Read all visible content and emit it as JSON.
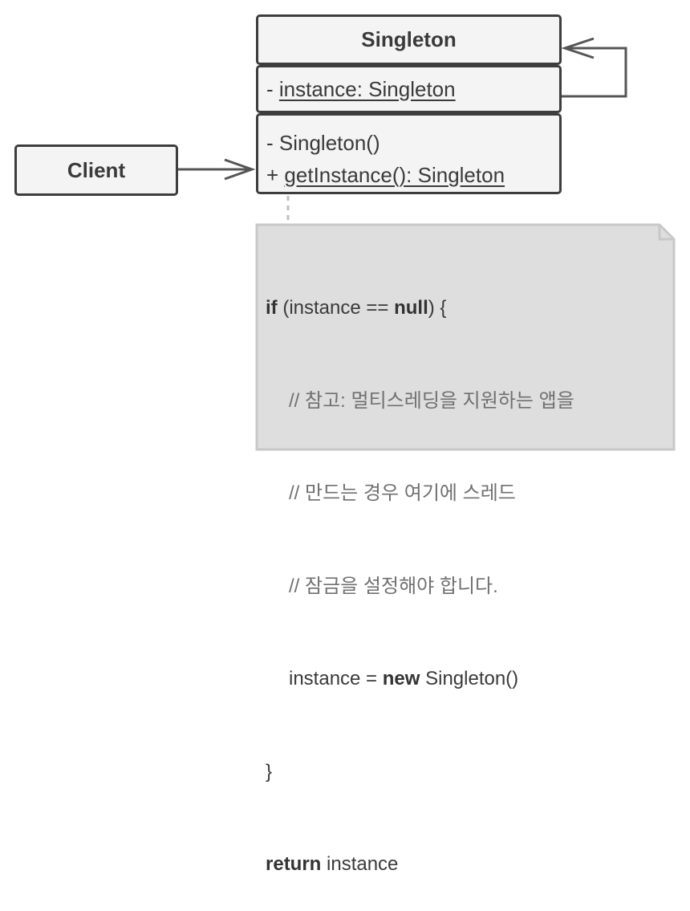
{
  "singleton": {
    "name": "Singleton",
    "field_prefix": "- ",
    "field": "instance: Singleton",
    "ctor": "- Singleton()",
    "method_prefix": "+ ",
    "method": "getInstance(): Singleton"
  },
  "client": {
    "name": "Client"
  },
  "note": {
    "kw_if": "if",
    "line1_a": " (instance == ",
    "kw_null": "null",
    "line1_b": ") {",
    "comment1": "// 참고: 멀티스레딩을 지원하는 앱을",
    "comment2": "// 만드는 경우 여기에 스레드",
    "comment3": "// 잠금을 설정해야 합니다.",
    "assign_a": "instance = ",
    "kw_new": "new",
    "assign_b": " Singleton()",
    "close_brace": "}",
    "kw_return": "return",
    "return_rest": " instance"
  },
  "colors": {
    "stroke": "#3d3d3d",
    "box_fill": "#f4f4f4",
    "note_fill": "#dedede",
    "note_border": "#c8c8c8"
  }
}
